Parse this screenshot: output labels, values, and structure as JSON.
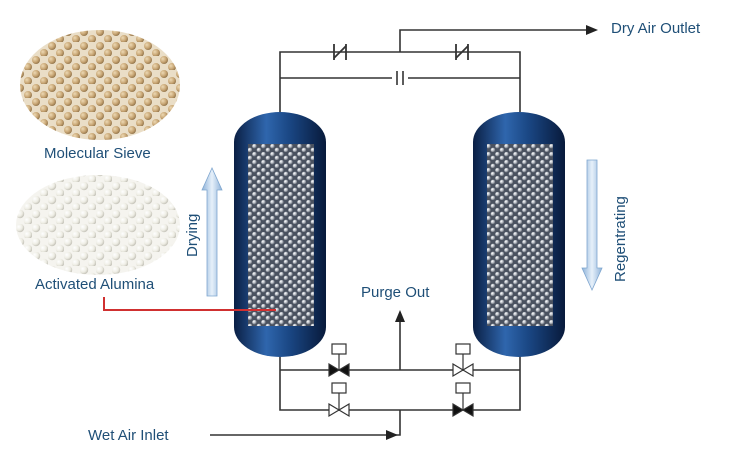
{
  "labels": {
    "dry_air_outlet": "Dry Air Outlet",
    "molecular_sieve": "Molecular Sieve",
    "activated_alumina": "Activated Alumina",
    "drying": "Drying",
    "regenerating": "Regentrating",
    "purge_out": "Purge Out",
    "wet_air_inlet": "Wet Air Inlet"
  },
  "colors": {
    "label_text": "#1f4f77",
    "pipe": "#333333",
    "vessel_dark": "#0d2a55",
    "vessel_light": "#3a6fb0",
    "flow_arrow": "#b8cfe6",
    "pointer": "#d03030",
    "sieve_bead": "#c9a878",
    "alumina_bead": "#eceae0"
  },
  "icons": {
    "check_valve": "check-valve-icon",
    "gate_valve": "gate-valve-icon",
    "orifice": "orifice-icon"
  }
}
